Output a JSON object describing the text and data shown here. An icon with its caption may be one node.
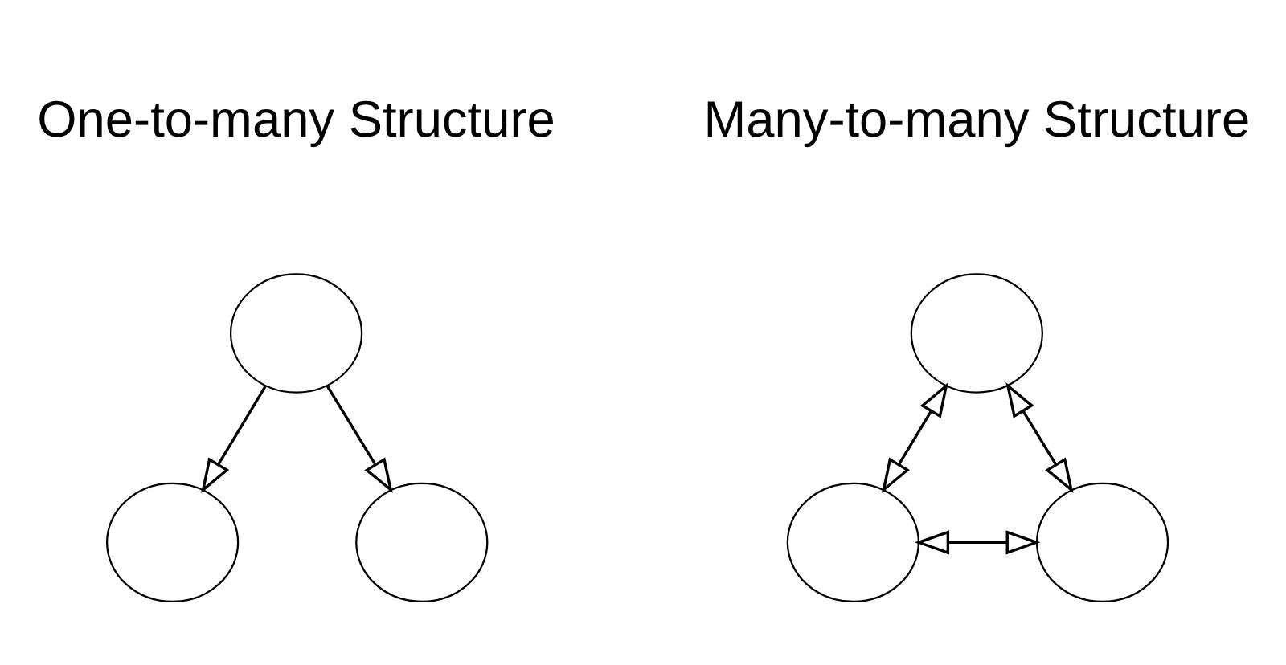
{
  "diagram": {
    "nodes": [
      {
        "text": [],
        "shape": "circle"
      },
      {
        "text": [],
        "shape": "circle"
      },
      {
        "text": [],
        "shape": "circle"
      },
      {
        "text": [],
        "shape": "circle"
      },
      {
        "text": [],
        "shape": "circle"
      },
      {
        "text": [],
        "shape": "circle"
      }
    ],
    "edges": [
      {
        "from": 0,
        "to": 1,
        "arrow": "to"
      },
      {
        "from": 0,
        "to": 2,
        "arrow": "to"
      },
      {
        "from": 3,
        "to": 4,
        "arrow": "both"
      },
      {
        "from": 3,
        "to": 5,
        "arrow": "both"
      },
      {
        "from": 4,
        "to": 5,
        "arrow": "both"
      }
    ],
    "labels": [
      "One-to-many Structure",
      "Many-to-many Structure"
    ]
  }
}
